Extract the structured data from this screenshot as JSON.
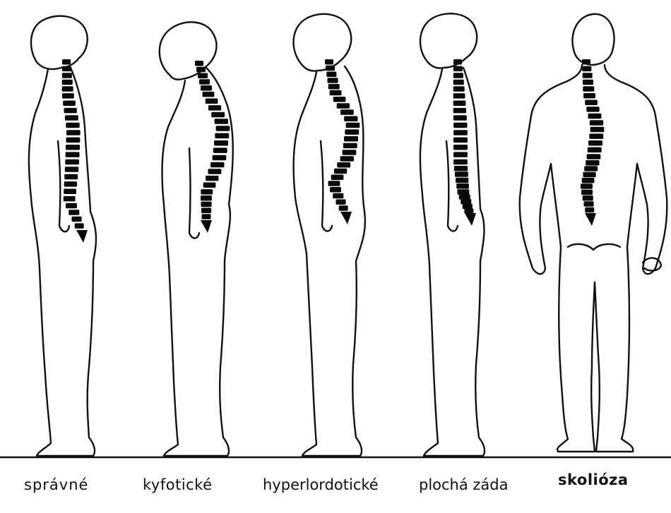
{
  "figures": [
    {
      "id": "spravne",
      "label": "správné"
    },
    {
      "id": "kyfoticke",
      "label": "kyfotické"
    },
    {
      "id": "hyperlordoticke",
      "label": "hyperlordotické"
    },
    {
      "id": "plocha-zada",
      "label": "plochá záda"
    },
    {
      "id": "skolioza",
      "label": "skolióza"
    }
  ],
  "colors": {
    "line": "#111111",
    "vertebra": "#0a0a0a",
    "background": "#ffffff"
  }
}
